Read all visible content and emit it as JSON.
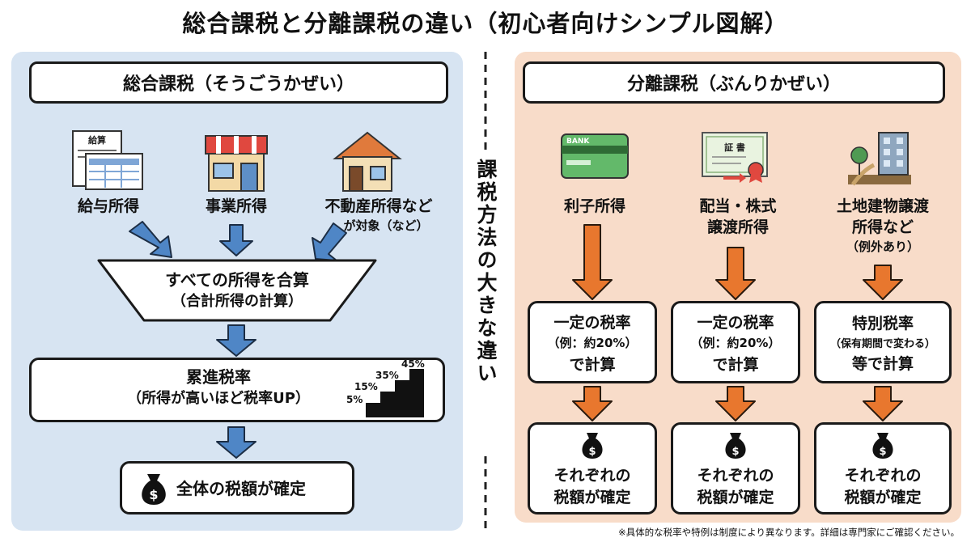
{
  "title": "総合課税と分離課税の違い（初心者向けシンプル図解）",
  "center_label": "課税方法の大きな違い",
  "left": {
    "header": "総合課税（そうごうかぜい）",
    "icons": {
      "kyuyo_doc": "給算"
    },
    "sources": [
      {
        "label": "給与所得",
        "icon": "payslip-icon"
      },
      {
        "label": "事業所得",
        "icon": "shop-icon"
      },
      {
        "label": "不動産所得など",
        "sub": "が対象（など）",
        "icon": "house-icon"
      }
    ],
    "funnel": {
      "line1": "すべての所得を合算",
      "line2": "（合計所得の計算）"
    },
    "progressive": {
      "line1": "累進税率",
      "line2": "（所得が高いほど税率UP）",
      "steps": [
        "5%",
        "15%",
        "35%",
        "45%"
      ]
    },
    "result": "全体の税額が確定",
    "money_symbol": "$"
  },
  "right": {
    "header": "分離課税（ぶんりかぜい）",
    "icons": {
      "bank": "BANK",
      "cert": "証 書"
    },
    "columns": [
      {
        "label_lines": [
          "利子所得"
        ],
        "rate_lines": [
          "一定の税率",
          "（例：約20%）",
          "で計算"
        ],
        "result_lines": [
          "それぞれの",
          "税額が確定"
        ],
        "icon": "bank-card-icon"
      },
      {
        "label_lines": [
          "配当・株式",
          "譲渡所得"
        ],
        "rate_lines": [
          "一定の税率",
          "（例：約20%）",
          "で計算"
        ],
        "result_lines": [
          "それぞれの",
          "税額が確定"
        ],
        "icon": "certificate-icon"
      },
      {
        "label_lines": [
          "土地建物譲渡",
          "所得など",
          "（例外あり）"
        ],
        "rate_lines": [
          "特別税率",
          "（保有期間で変わる）",
          "等で計算"
        ],
        "result_lines": [
          "それぞれの",
          "税額が確定"
        ],
        "icon": "building-icon"
      }
    ],
    "money_symbol": "$"
  },
  "footnote": "※具体的な税率や特例は制度により異なります。詳細は専門家にご確認ください。",
  "colors": {
    "left_bg": "#d7e4f2",
    "right_bg": "#f8dcc9",
    "blue_arrow": "#4f86c6",
    "orange_arrow": "#e8772e"
  }
}
